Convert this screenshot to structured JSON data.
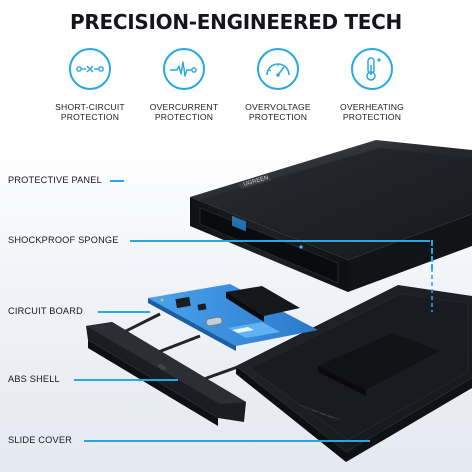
{
  "headline": "PRECISION-ENGINEERED TECH",
  "features": [
    {
      "line1": "SHORT-CIRCUIT",
      "line2": "PROTECTION",
      "icon": "short-circuit-icon"
    },
    {
      "line1": "OVERCURRENT",
      "line2": "PROTECTION",
      "icon": "pulse-icon"
    },
    {
      "line1": "OVERVOLTAGE",
      "line2": "PROTECTION",
      "icon": "gauge-icon"
    },
    {
      "line1": "OVERHEATING",
      "line2": "PROTECTION",
      "icon": "thermometer-icon"
    }
  ],
  "parts": {
    "protective_panel": "PROTECTIVE PANEL",
    "shockproof_sponge": "SHOCKPROOF SPONGE",
    "circuit_board": "CIRCUIT BOARD",
    "abs_shell": "ABS SHELL",
    "slide_cover": "SLIDE COVER"
  },
  "brand": "UGREEN",
  "colors": {
    "accent": "#26a8e6",
    "text": "#15161b",
    "shell": "#1c1d22",
    "board": "#2f86d6"
  }
}
